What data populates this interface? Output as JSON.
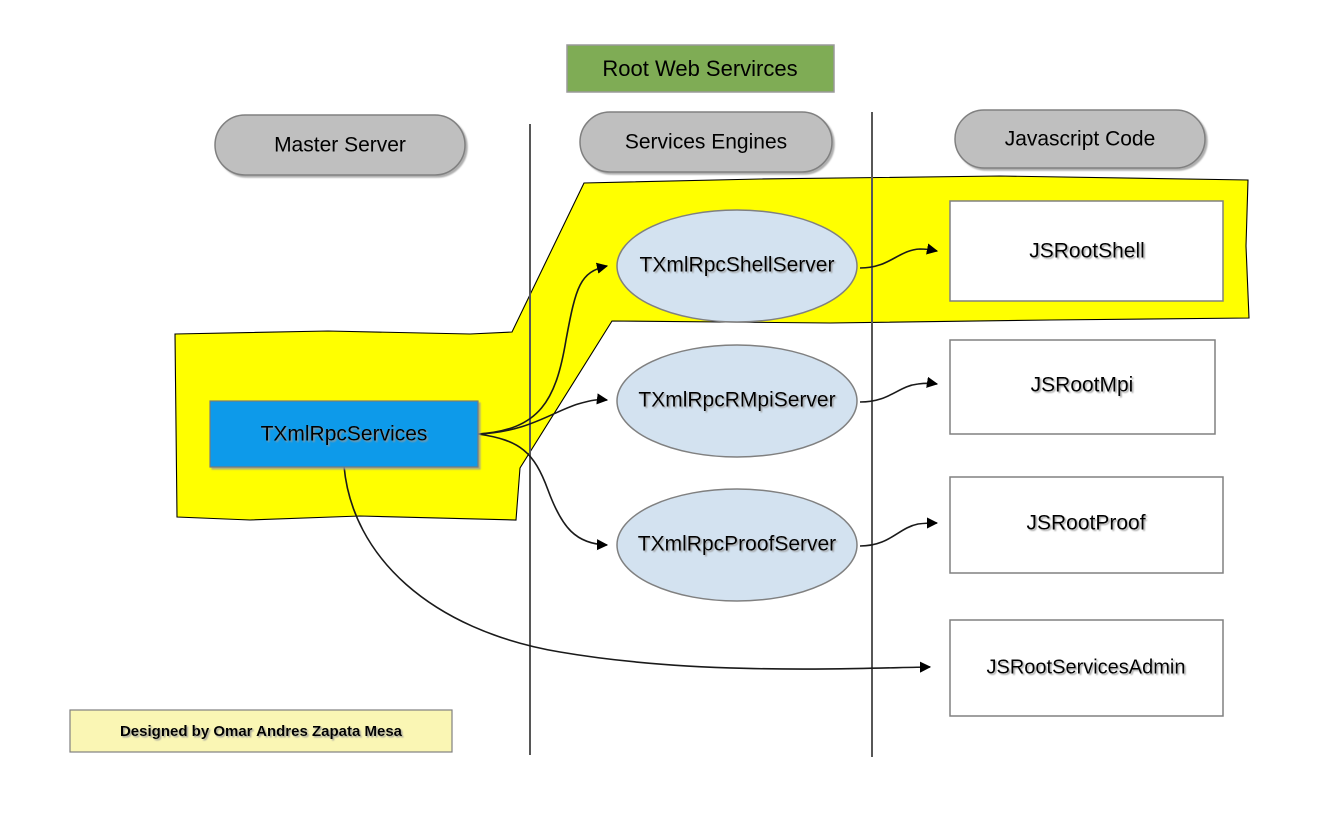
{
  "diagram": {
    "title_banner": {
      "label": "Root Web Servirces",
      "fill": "#7aa council",
      "color": "#7FAC55"
    },
    "colors": {
      "banner_green": "#7FAC55",
      "pill_gray": "#BFBFBF",
      "highlight_yellow": "#FFFF00",
      "node_blue": "#0C9AEA",
      "ellipse_blue": "#D3E2F0",
      "box_white": "#FFFFFF",
      "credit_yellow": "#FAF6B4",
      "stroke_gray": "#808080",
      "stroke_black": "#000000",
      "divider_gray": "#575757"
    },
    "columns": [
      {
        "id": "master-server",
        "label": "Master Server"
      },
      {
        "id": "services-engines",
        "label": "Services Engines"
      },
      {
        "id": "javascript-code",
        "label": "Javascript Code"
      }
    ],
    "master_node": {
      "id": "txmlrpcservices",
      "label": "TXmlRpcServices"
    },
    "engines": [
      {
        "id": "txmlrpcshellserver",
        "label": "TXmlRpcShellServer"
      },
      {
        "id": "txmlrpcrmpiserver",
        "label": "TXmlRpcRMpiServer"
      },
      {
        "id": "txmlrpcproofserver",
        "label": "TXmlRpcProofServer"
      }
    ],
    "clients": [
      {
        "id": "jsrootshell",
        "label": "JSRootShell"
      },
      {
        "id": "jsrootmpi",
        "label": "JSRootMpi"
      },
      {
        "id": "jsrootproof",
        "label": "JSRootProof"
      },
      {
        "id": "jsrootservicesadmin",
        "label": "JSRootServicesAdmin"
      }
    ],
    "connections": [
      {
        "from": "txmlrpcservices",
        "to": "txmlrpcshellserver"
      },
      {
        "from": "txmlrpcservices",
        "to": "txmlrpcrmpiserver"
      },
      {
        "from": "txmlrpcservices",
        "to": "txmlrpcproofserver"
      },
      {
        "from": "txmlrpcservices",
        "to": "jsrootservicesadmin"
      },
      {
        "from": "txmlrpcshellserver",
        "to": "jsrootshell"
      },
      {
        "from": "txmlrpcrmpiserver",
        "to": "jsrootmpi"
      },
      {
        "from": "txmlrpcproofserver",
        "to": "jsrootproof"
      }
    ],
    "credit": {
      "label": "Designed by Omar Andres Zapata Mesa"
    }
  }
}
